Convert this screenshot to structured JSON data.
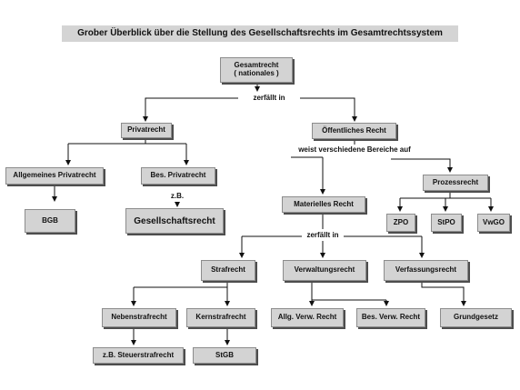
{
  "title": "Grober Überblick über die Stellung des Gesellschaftsrechts im Gesamtrechtssystem",
  "nodes": {
    "gesamtrecht_line1": "Gesamtrecht",
    "gesamtrecht_line2": "( nationales )",
    "privatrecht": "Privatrecht",
    "oeffentliches_recht": "Öffentliches Recht",
    "allgemeines_privatrecht": "Allgemeines Privatrecht",
    "bes_privatrecht": "Bes. Privatrecht",
    "bgb": "BGB",
    "gesellschaftsrecht": "Gesellschaftsrecht",
    "materielles_recht": "Materielles Recht",
    "prozessrecht": "Prozessrecht",
    "zpo": "ZPO",
    "stpo": "StPO",
    "vwgo": "VwGO",
    "strafrecht": "Strafrecht",
    "verwaltungsrecht": "Verwaltungsrecht",
    "verfassungsrecht": "Verfassungsrecht",
    "nebenstrafrecht": "Nebenstrafrecht",
    "kernstrafrecht": "Kernstrafrecht",
    "allg_verw_recht": "Allg. Verw. Recht",
    "bes_verw_recht": "Bes. Verw. Recht",
    "grundgesetz": "Grundgesetz",
    "steuerstrafrecht": "z.B. Steuerstrafrecht",
    "stgb": "StGB"
  },
  "labels": {
    "zerfaellt_in_1": "zerfällt in",
    "weist_bereiche_auf": "weist verschiedene Bereiche auf",
    "zb": "z.B.",
    "zerfaellt_in_2": "zerfällt in"
  }
}
